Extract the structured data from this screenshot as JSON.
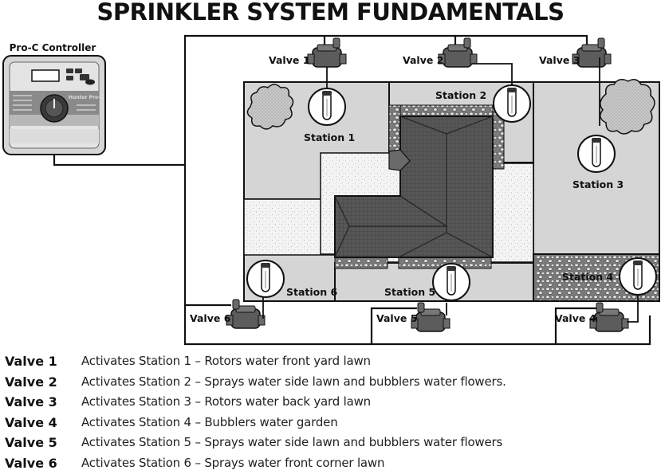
{
  "title": "SPRINKLER SYSTEM FUNDAMENTALS",
  "controller": {
    "label": "Pro-C Controller",
    "brand_text": "Hunter Pro-C"
  },
  "valves": {
    "v1": "Valve 1",
    "v2": "Valve 2",
    "v3": "Valve 3",
    "v4": "Valve 4",
    "v5": "Valve 5",
    "v6": "Valve 6"
  },
  "stations": {
    "s1": "Station 1",
    "s2": "Station 2",
    "s3": "Station 3",
    "s4": "Station 4",
    "s5": "Station 5",
    "s6": "Station 6"
  },
  "legend": [
    {
      "valve": "Valve 1",
      "description": "Activates Station 1 – Rotors water front yard lawn"
    },
    {
      "valve": "Valve 2",
      "description": "Activates Station 2 – Sprays water side lawn and bubblers water flowers."
    },
    {
      "valve": "Valve 3",
      "description": "Activates Station 3 – Rotors water back yard lawn"
    },
    {
      "valve": "Valve 4",
      "description": "Activates Station 4 – Bubblers water garden"
    },
    {
      "valve": "Valve 5",
      "description": "Activates Station 5 – Sprays water side lawn and bubblers water flowers"
    },
    {
      "valve": "Valve 6",
      "description": "Activates Station 6 – Sprays water front corner lawn"
    }
  ],
  "colors": {
    "lawn": "#d7d7d7",
    "concrete": "#f3f3f3",
    "roof": "#565656",
    "valve_body": "#5c5c5c",
    "wire": "#111111"
  }
}
